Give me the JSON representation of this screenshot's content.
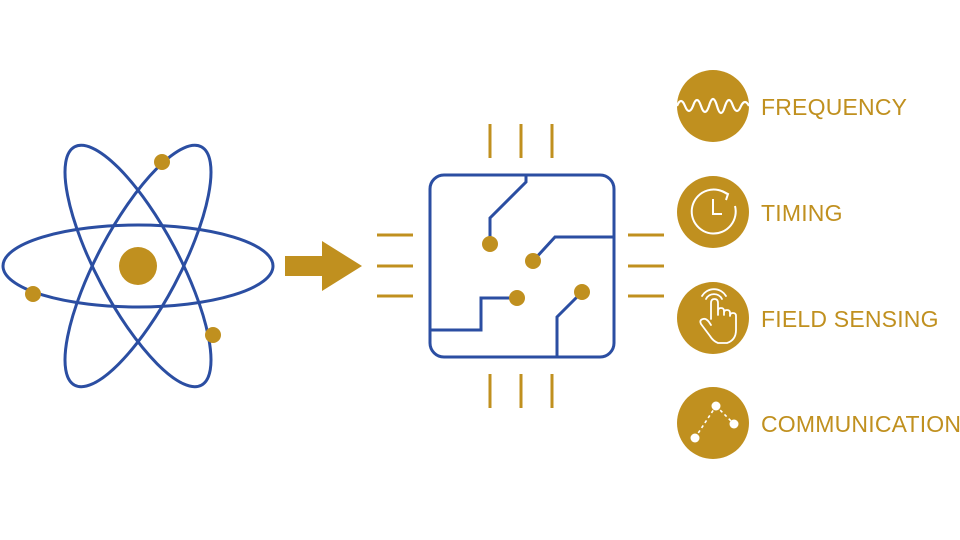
{
  "colors": {
    "blue": "#2b4ea2",
    "gold": "#c0901f",
    "background": "#ffffff"
  },
  "diagram": {
    "source": {
      "icon": "atom-icon"
    },
    "connector": {
      "icon": "arrow-right-icon"
    },
    "target": {
      "icon": "microchip-icon"
    },
    "applications": [
      {
        "label": "FREQUENCY",
        "icon": "sine-wave-icon"
      },
      {
        "label": "TIMING",
        "icon": "clock-icon"
      },
      {
        "label": "FIELD SENSING",
        "icon": "touch-hand-icon"
      },
      {
        "label": "COMMUNICATION",
        "icon": "network-nodes-icon"
      }
    ]
  }
}
